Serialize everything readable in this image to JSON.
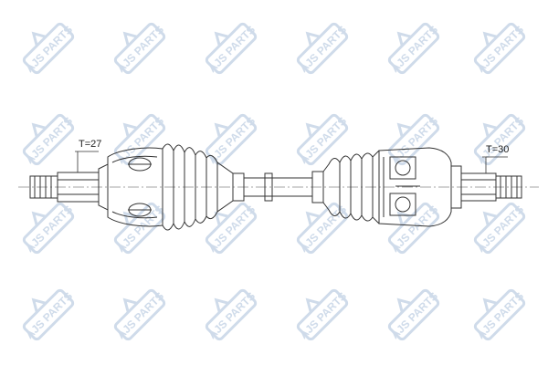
{
  "watermark": {
    "text": "AJS PARTS",
    "color": "#a9bfd9"
  },
  "labels": {
    "left_thread": "T=27",
    "right_thread": "T=30"
  },
  "colors": {
    "line": "#333333",
    "centerline": "#888888"
  }
}
